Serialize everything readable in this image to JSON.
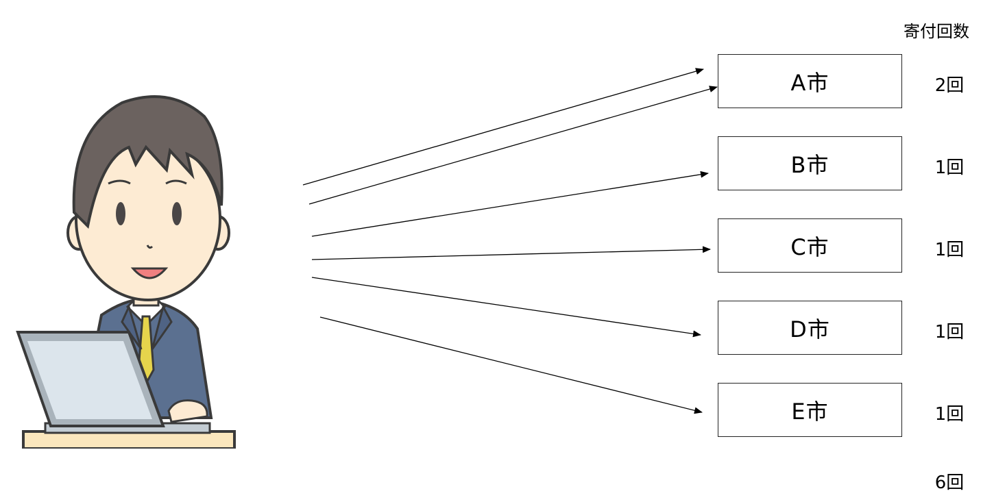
{
  "header": {
    "count_title": "寄付回数"
  },
  "cities": [
    {
      "label": "A市",
      "count": "2回"
    },
    {
      "label": "B市",
      "count": "1回"
    },
    {
      "label": "C市",
      "count": "1回"
    },
    {
      "label": "D市",
      "count": "1回"
    },
    {
      "label": "E市",
      "count": "1回"
    }
  ],
  "total": "6回",
  "colors": {
    "skin": "#fdebd3",
    "hair": "#6b625f",
    "suit": "#5b7090",
    "tie": "#e6d44c",
    "laptop_screen": "#dce5ec",
    "laptop_frame": "#a9b3bb",
    "desk": "#fbe7bd",
    "outline": "#3a3a3a"
  },
  "icons": {
    "person": "businessman-with-laptop-icon"
  }
}
